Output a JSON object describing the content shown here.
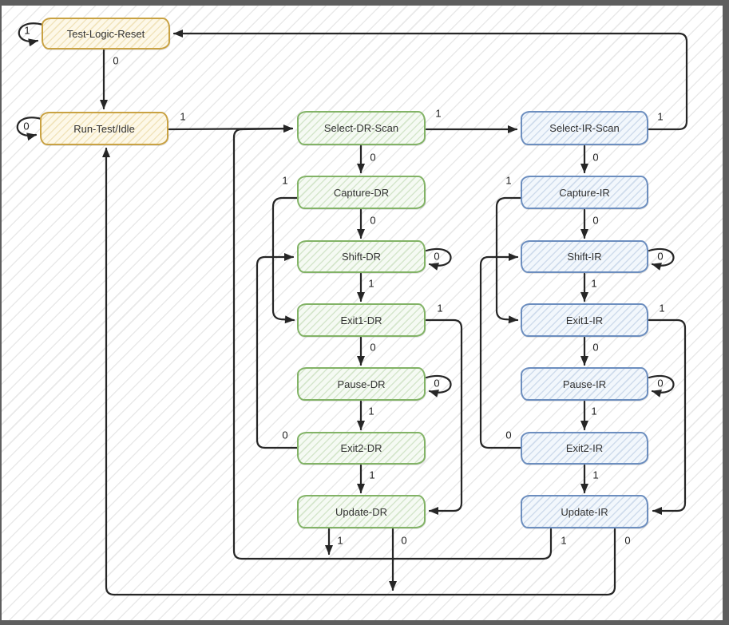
{
  "states": {
    "tlr": {
      "label": "Test-Logic-Reset",
      "color": "yellow"
    },
    "rti": {
      "label": "Run-Test/Idle",
      "color": "yellow"
    },
    "sdr": {
      "label": "Select-DR-Scan",
      "color": "green"
    },
    "cdr": {
      "label": "Capture-DR",
      "color": "green"
    },
    "shdr": {
      "label": "Shift-DR",
      "color": "green"
    },
    "e1dr": {
      "label": "Exit1-DR",
      "color": "green"
    },
    "pdr": {
      "label": "Pause-DR",
      "color": "green"
    },
    "e2dr": {
      "label": "Exit2-DR",
      "color": "green"
    },
    "udr": {
      "label": "Update-DR",
      "color": "green"
    },
    "sir": {
      "label": "Select-IR-Scan",
      "color": "blue"
    },
    "cir": {
      "label": "Capture-IR",
      "color": "blue"
    },
    "shir": {
      "label": "Shift-IR",
      "color": "blue"
    },
    "e1ir": {
      "label": "Exit1-IR",
      "color": "blue"
    },
    "pir": {
      "label": "Pause-IR",
      "color": "blue"
    },
    "e2ir": {
      "label": "Exit2-IR",
      "color": "blue"
    },
    "uir": {
      "label": "Update-IR",
      "color": "blue"
    }
  },
  "edge_labels": {
    "tlr_self": "1",
    "tlr_to_rti": "0",
    "rti_self": "0",
    "rti_to_sdr": "1",
    "sdr_to_cdr": "0",
    "sdr_to_sir": "1",
    "cdr_to_shdr": "0",
    "cdr_to_e1dr": "1",
    "shdr_self": "0",
    "shdr_to_e1dr": "1",
    "e1dr_to_pdr": "0",
    "e1dr_to_udr": "1",
    "pdr_self": "0",
    "pdr_to_e2dr": "1",
    "e2dr_to_shdr": "0",
    "e2dr_to_udr": "1",
    "udr_to_sdr": "1",
    "udr_to_rti": "0",
    "sir_to_cir": "0",
    "sir_to_tlr": "1",
    "cir_to_shir": "0",
    "cir_to_e1ir": "1",
    "shir_self": "0",
    "shir_to_e1ir": "1",
    "e1ir_to_pir": "0",
    "e1ir_to_uir": "1",
    "pir_self": "0",
    "pir_to_e2ir": "1",
    "e2ir_to_shir": "0",
    "e2ir_to_uir": "1",
    "uir_to_sdr": "1",
    "uir_to_rti": "0"
  },
  "colors": {
    "frame": "#5e5e5e",
    "canvas_hatch": "#e9e9e9",
    "edge": "#262626",
    "label_text": "#1d1d1d",
    "state_text": "#333333",
    "yellow_border": "#c9a243",
    "yellow_fill": "#fdf8e8",
    "yellow_hatch": "rgba(214,182,86,0.30)",
    "green_border": "#82b366",
    "green_fill": "#f5faf3",
    "green_hatch": "rgba(130,179,102,0.28)",
    "blue_border": "#6c8ebf",
    "blue_fill": "#f2f7fc",
    "blue_hatch": "rgba(108,142,191,0.26)"
  }
}
